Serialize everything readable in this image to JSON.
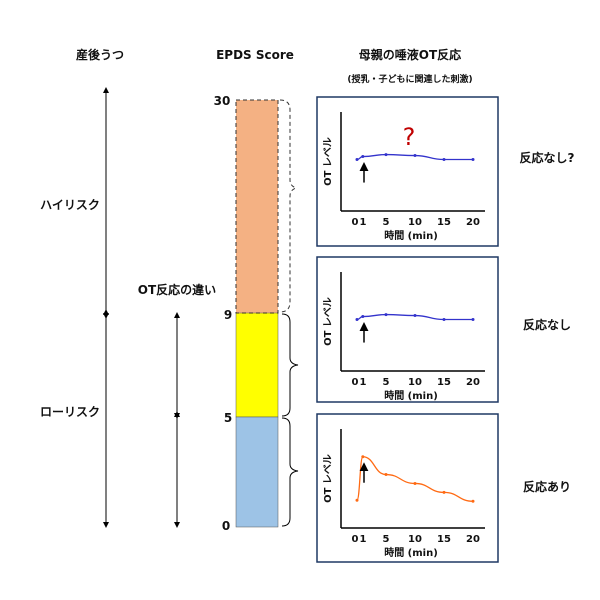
{
  "headers": {
    "postpartum": "産後うつ",
    "epds": "EPDS Score",
    "ot": "母親の唾液OT反応",
    "ot_sub": "(授乳・子どもに関連した刺激)"
  },
  "risk": {
    "high": "ハイリスク",
    "low": "ローリスク",
    "diff": "OT反応の違い"
  },
  "scale": {
    "s30": "30",
    "s9": "9",
    "s5": "5",
    "s0": "0"
  },
  "colors": {
    "high": "#f4b183",
    "mid": "#ffff00",
    "low": "#9dc3e6",
    "blue_line": "#3333cc",
    "orange_line": "#ff6a13",
    "panel_border": "#1f3864"
  },
  "panels": [
    {
      "result": "反応なし?",
      "annotation": "?",
      "ylabel": "OT レベル",
      "xlabel": "時間 (min)",
      "ticks": [
        "0",
        "1",
        "5",
        "10",
        "15",
        "20"
      ],
      "color": "#3333cc",
      "x": [
        0,
        1,
        5,
        10,
        15,
        20
      ],
      "y": [
        5.2,
        5.5,
        5.7,
        5.6,
        5.2,
        5.2
      ]
    },
    {
      "result": "反応なし",
      "ylabel": "OT レベル",
      "xlabel": "時間 (min)",
      "ticks": [
        "0",
        "1",
        "5",
        "10",
        "15",
        "20"
      ],
      "color": "#3333cc",
      "x": [
        0,
        1,
        5,
        10,
        15,
        20
      ],
      "y": [
        5.2,
        5.5,
        5.7,
        5.6,
        5.2,
        5.2
      ]
    },
    {
      "result": "反応あり",
      "ylabel": "OT レベル",
      "xlabel": "時間 (min)",
      "ticks": [
        "0",
        "1",
        "5",
        "10",
        "15",
        "20"
      ],
      "color": "#ff6a13",
      "x": [
        0,
        1,
        5,
        10,
        15,
        20
      ],
      "y": [
        2.8,
        7.2,
        5.4,
        4.5,
        3.6,
        2.7
      ]
    }
  ]
}
